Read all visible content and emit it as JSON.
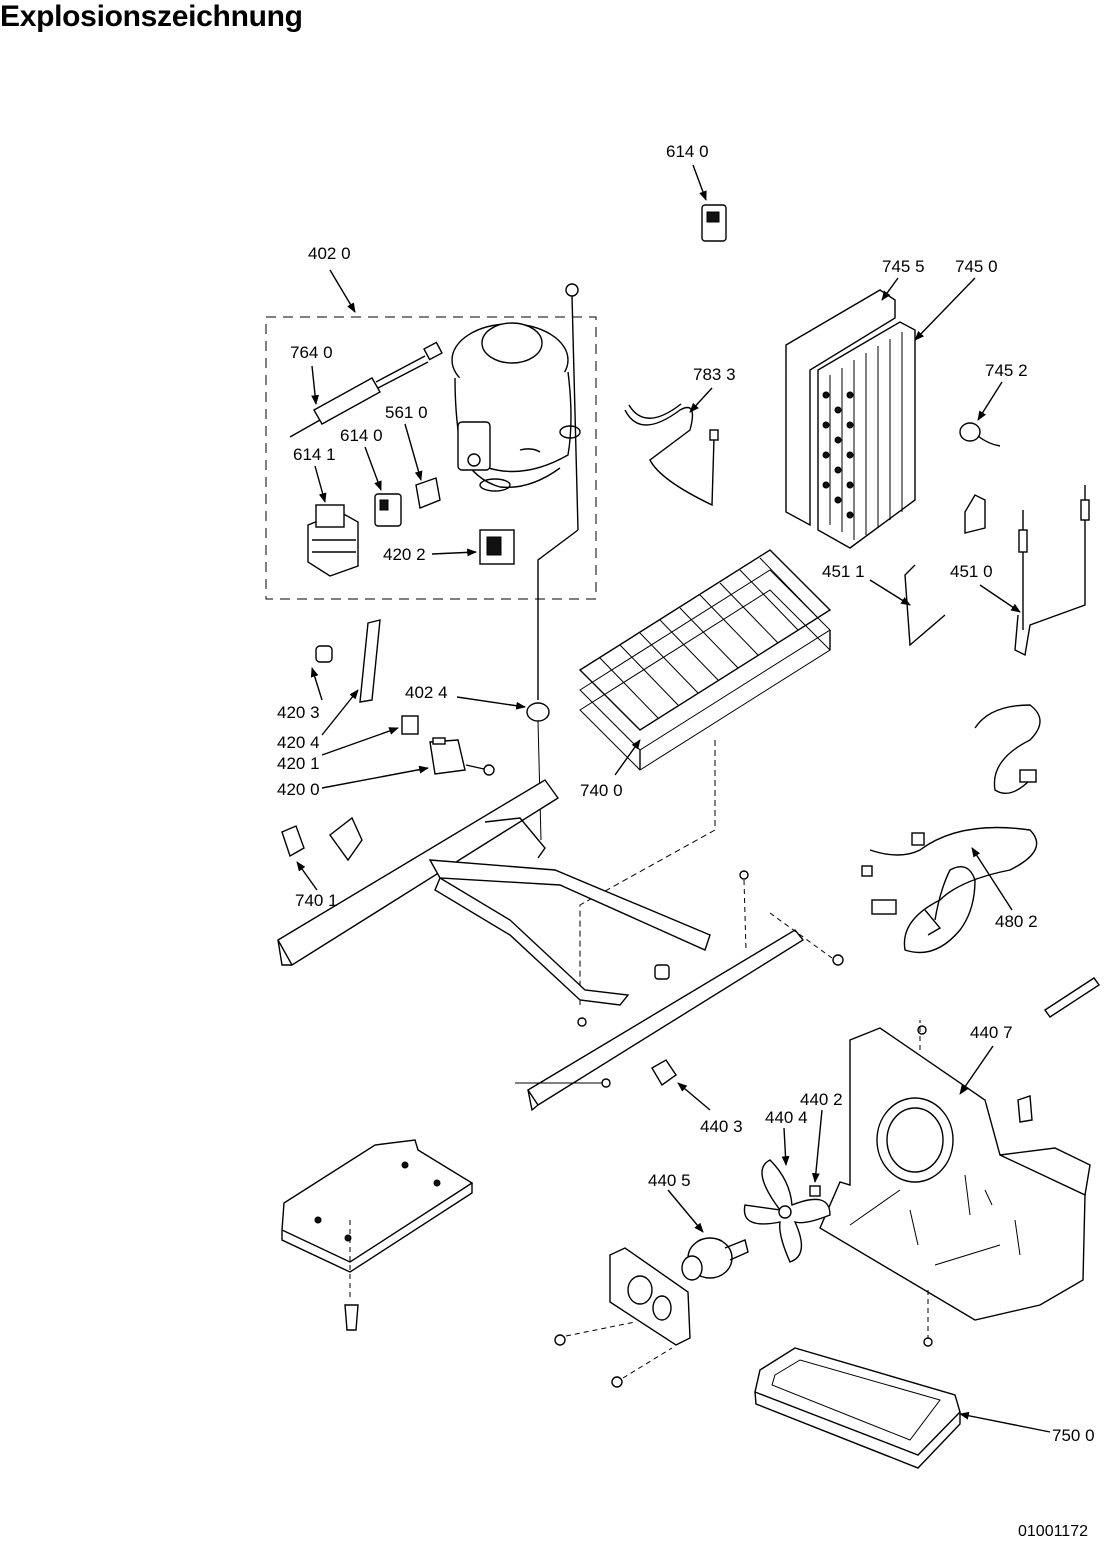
{
  "page_title": "Explosionszeichnung",
  "document_number": "01001172",
  "callouts": {
    "c6140_top": "614 0",
    "c4020": "402 0",
    "c7640": "764 0",
    "c5610": "561 0",
    "c6140": "614 0",
    "c6141": "614 1",
    "c4202": "420 2",
    "c7833": "783 3",
    "c7455": "745 5",
    "c7450": "745 0",
    "c7452": "745 2",
    "c4511": "451 1",
    "c4510": "451 0",
    "c4203": "420 3",
    "c4204": "420 4",
    "c4201": "420 1",
    "c4200": "420 0",
    "c4024": "402 4",
    "c7400": "740 0",
    "c7401": "740 1",
    "c4802": "480 2",
    "c4407": "440 7",
    "c4403": "440 3",
    "c4402": "440 2",
    "c4404": "440 4",
    "c4405": "440 5",
    "c7500": "750 0"
  }
}
